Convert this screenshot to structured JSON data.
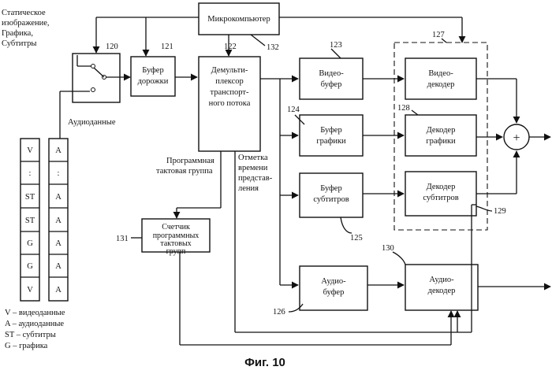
{
  "inputs_label": [
    "Статическое",
    "изображение,",
    "Графика,",
    "Субтитры"
  ],
  "audio_data_label": "Аудиоданные",
  "microcomputer": "Микрокомпьютер",
  "track_buffer": [
    "Буфер",
    "дорожки"
  ],
  "demux": [
    "Демульти-",
    "плексор",
    "транспорт-",
    "ного потока"
  ],
  "video_buffer": [
    "Видео-",
    "буфер"
  ],
  "graphics_buffer": [
    "Буфер",
    "графики"
  ],
  "subtitle_buffer": [
    "Буфер",
    "субтитров"
  ],
  "audio_buffer": [
    "Аудио-",
    "буфер"
  ],
  "video_decoder": [
    "Видео-",
    "декодер"
  ],
  "graphics_decoder": [
    "Декодер",
    "графики"
  ],
  "subtitle_decoder": [
    "Декодер",
    "субтитров"
  ],
  "audio_decoder": [
    "Аудио-",
    "декодер"
  ],
  "counter": [
    "Счетчик",
    "программных",
    "тактовых",
    "групп"
  ],
  "program_clock_group": [
    "Программная",
    "тактовая группа"
  ],
  "timestamp": [
    "Отметка",
    "времени",
    "представ-",
    "ления"
  ],
  "adder_symbol": "+",
  "numbers": {
    "n120": "120",
    "n121": "121",
    "n122": "122",
    "n123": "123",
    "n124": "124",
    "n125": "125",
    "n126": "126",
    "n127": "127",
    "n128": "128",
    "n129": "129",
    "n130": "130",
    "n131": "131",
    "n132": "132"
  },
  "stream_v": [
    "V",
    ":",
    "ST",
    "ST",
    "G",
    "G",
    "V"
  ],
  "stream_a": [
    "A",
    ":",
    "A",
    "A",
    "A",
    "A",
    "A"
  ],
  "legend": [
    "V – видеоданные",
    "A – аудиоданные",
    "ST – субтитры",
    "G – графика"
  ],
  "caption": "Фиг. 10"
}
